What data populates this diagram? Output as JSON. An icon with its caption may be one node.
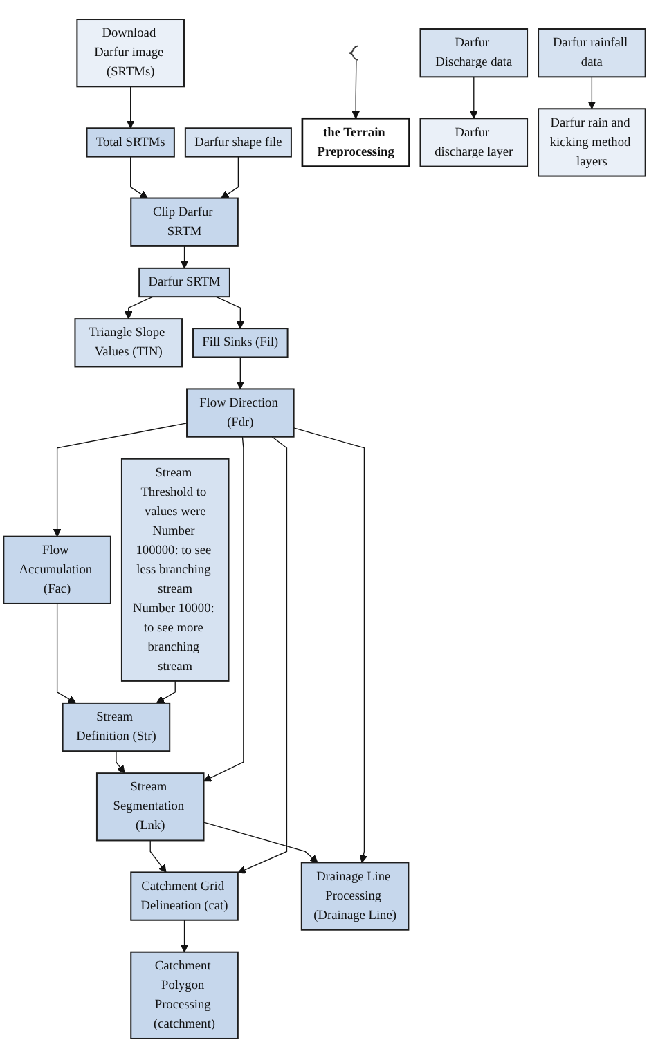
{
  "diagram": {
    "nodes": [
      {
        "text": [
          "Download Darfur image (SRTMs)"
        ]
      },
      {
        "text": [
          "Total SRTMs"
        ]
      },
      {
        "text": [
          "Clip Darfur SRTM"
        ]
      },
      {
        "text": [
          "Darfur shape file"
        ]
      },
      {
        "text": [
          "Darfur SRTM"
        ]
      },
      {
        "text": [
          "Triangle Slope Values (TIN)"
        ]
      },
      {
        "text": [
          "Fill Sinks (Fil)"
        ]
      },
      {
        "text": [
          "the Terrain Preprocessing"
        ]
      },
      {
        "text": [],
        "shape": "bracket"
      },
      {
        "text": [
          "Flow Direction (Fdr)"
        ]
      },
      {
        "text": [
          "Flow Accumulation (Fac)"
        ]
      },
      {
        "text": [
          "Stream Definition (Str)"
        ]
      },
      {
        "text": [
          "Stream Threshold to values were",
          "Number 100000: to see less branching stream",
          "Number 10000: to see more branching stream"
        ]
      },
      {
        "text": [
          "Stream Segmentation (Lnk)"
        ]
      },
      {
        "text": [
          "Catchment Grid Delineation (cat)"
        ]
      },
      {
        "text": [
          "Catchment Polygon Processing (catchment)"
        ]
      },
      {
        "text": [
          "Drainage Line Processing (Drainage Line)"
        ]
      },
      {
        "text": [
          "Darfur discharge layer"
        ]
      },
      {
        "text": [
          "Darfur Discharge data"
        ]
      },
      {
        "text": [
          "Darfur rain and kicking method layers"
        ]
      },
      {
        "text": [
          "Darfur rainfall data"
        ]
      }
    ],
    "edges": [
      {
        "from": 0,
        "to": 1,
        "arrow": "to"
      },
      {
        "from": 1,
        "to": 2,
        "arrow": "to"
      },
      {
        "from": 3,
        "to": 2,
        "arrow": "to"
      },
      {
        "from": 2,
        "to": 4,
        "arrow": "to"
      },
      {
        "from": 4,
        "to": 5,
        "arrow": "to"
      },
      {
        "from": 4,
        "to": 6,
        "arrow": "to"
      },
      {
        "from": 6,
        "to": 9,
        "arrow": "to"
      },
      {
        "from": 9,
        "to": 10,
        "arrow": "to"
      },
      {
        "from": 10,
        "to": 11,
        "arrow": "to"
      },
      {
        "from": 12,
        "to": 11,
        "arrow": "to"
      },
      {
        "from": 11,
        "to": 13,
        "arrow": "to"
      },
      {
        "from": 9,
        "to": 13,
        "arrow": "to"
      },
      {
        "from": 8,
        "to": 7,
        "arrow": "to"
      },
      {
        "from": 13,
        "to": 14,
        "arrow": "to"
      },
      {
        "from": 9,
        "to": 14,
        "arrow": "to"
      },
      {
        "from": 14,
        "to": 15,
        "arrow": "to"
      },
      {
        "from": 13,
        "to": 16,
        "arrow": "to"
      },
      {
        "from": 9,
        "to": 16,
        "arrow": "to"
      },
      {
        "from": 18,
        "to": 17,
        "arrow": "to"
      },
      {
        "from": 20,
        "to": 19,
        "arrow": "to"
      }
    ]
  }
}
